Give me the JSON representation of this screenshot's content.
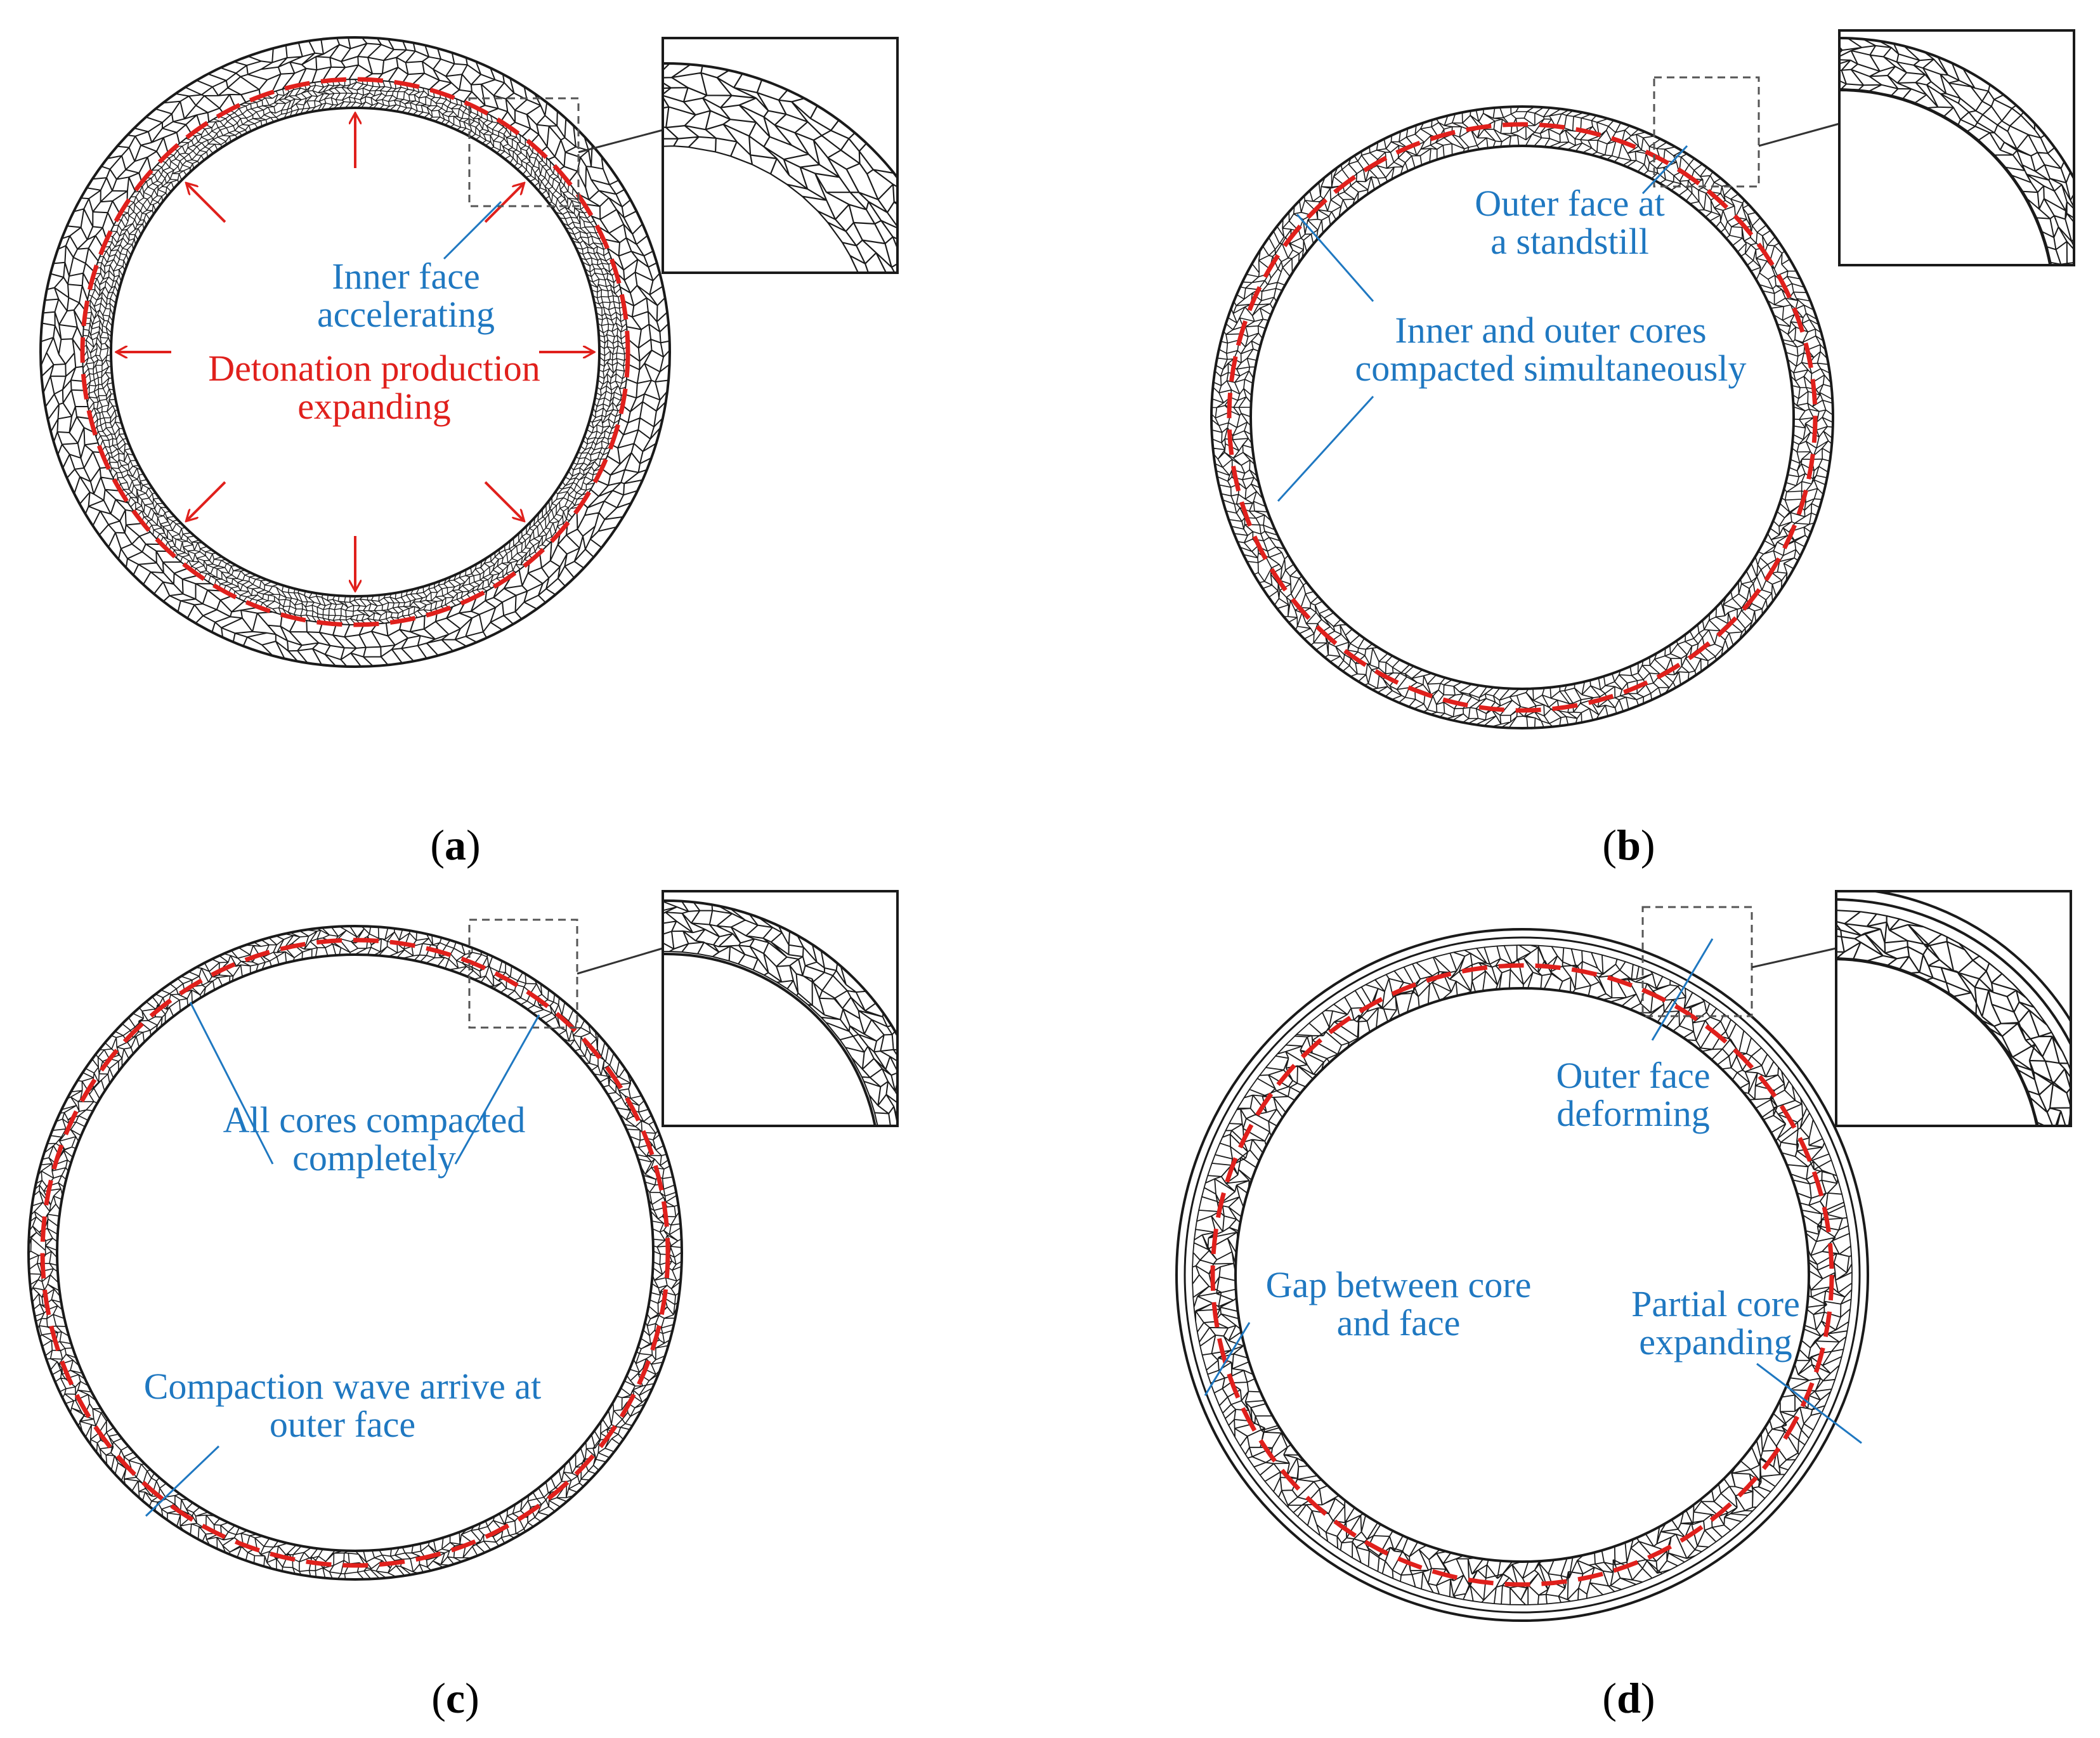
{
  "colors": {
    "annotation_blue": "#1f78c1",
    "annotation_red": "#e0201c",
    "dashed_core_line": "#e0201c",
    "mesh": "#1a1a1a"
  },
  "panels": [
    {
      "caption_letter": "a",
      "labels": {
        "inner_face_1": "Inner face",
        "inner_face_2": "accelerating",
        "detonation_1": "Detonation production",
        "detonation_2": "expanding"
      }
    },
    {
      "caption_letter": "b",
      "labels": {
        "outer_face_1": "Outer face at",
        "outer_face_2": "a standstill",
        "cores_1": "Inner and outer cores",
        "cores_2": "compacted simultaneously"
      }
    },
    {
      "caption_letter": "c",
      "labels": {
        "all_cores_1": "All cores compacted",
        "all_cores_2": "completely",
        "wave_1": "Compaction wave arrive at",
        "wave_2": "outer face"
      }
    },
    {
      "caption_letter": "d",
      "labels": {
        "outer_deform_1": "Outer face",
        "outer_deform_2": "deforming",
        "gap_1": "Gap between core",
        "gap_2": "and face",
        "partial_1": "Partial core",
        "partial_2": "expanding"
      }
    }
  ]
}
